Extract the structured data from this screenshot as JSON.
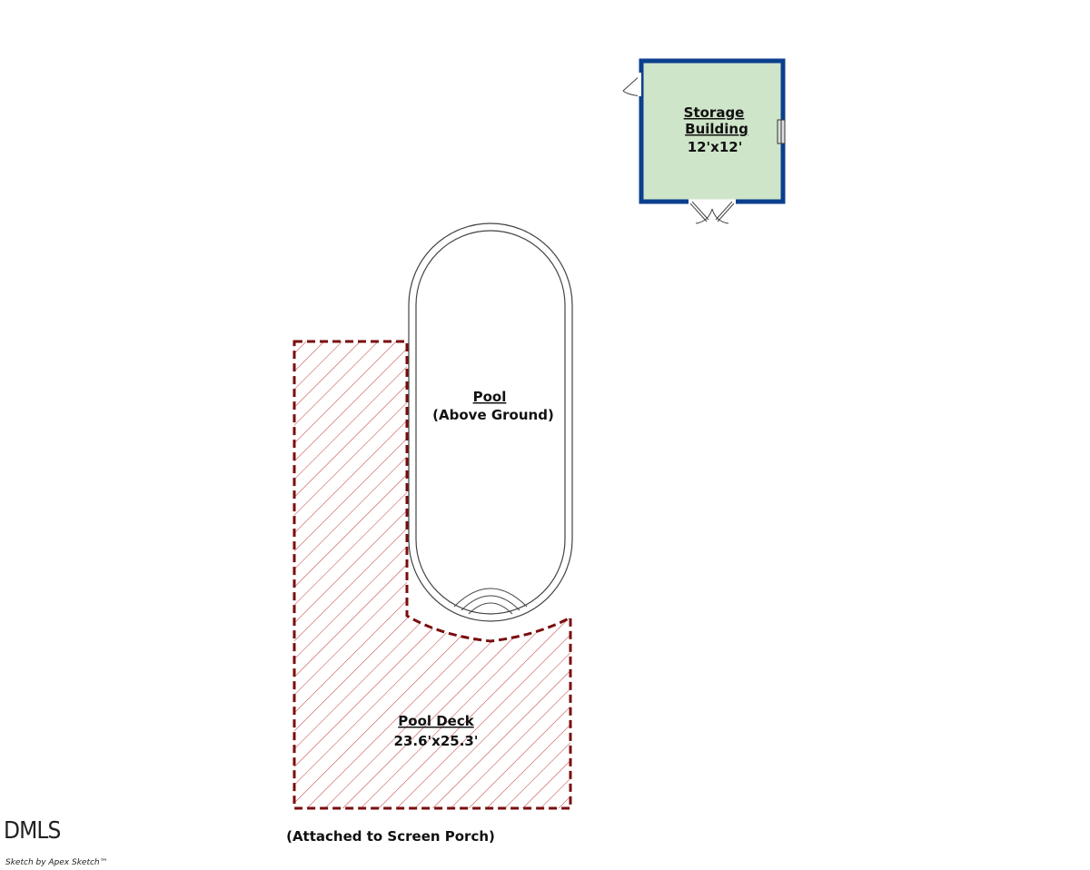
{
  "storage": {
    "name_line1": "Storage",
    "name_line2": "Building",
    "size": "12'x12'",
    "fill_color": "#cfe5c9",
    "wall_color": "#0b3f8f"
  },
  "pool": {
    "name": "Pool",
    "type": "(Above Ground)",
    "stroke_color": "#444444"
  },
  "deck": {
    "name": "Pool Deck",
    "size": "23.6'x25.3'",
    "note": "(Attached to Screen Porch)",
    "stroke_color": "#7a0d0d",
    "hatch_color": "#c0393b"
  },
  "watermark": "DMLS",
  "credit": "Sketch by Apex Sketch™"
}
